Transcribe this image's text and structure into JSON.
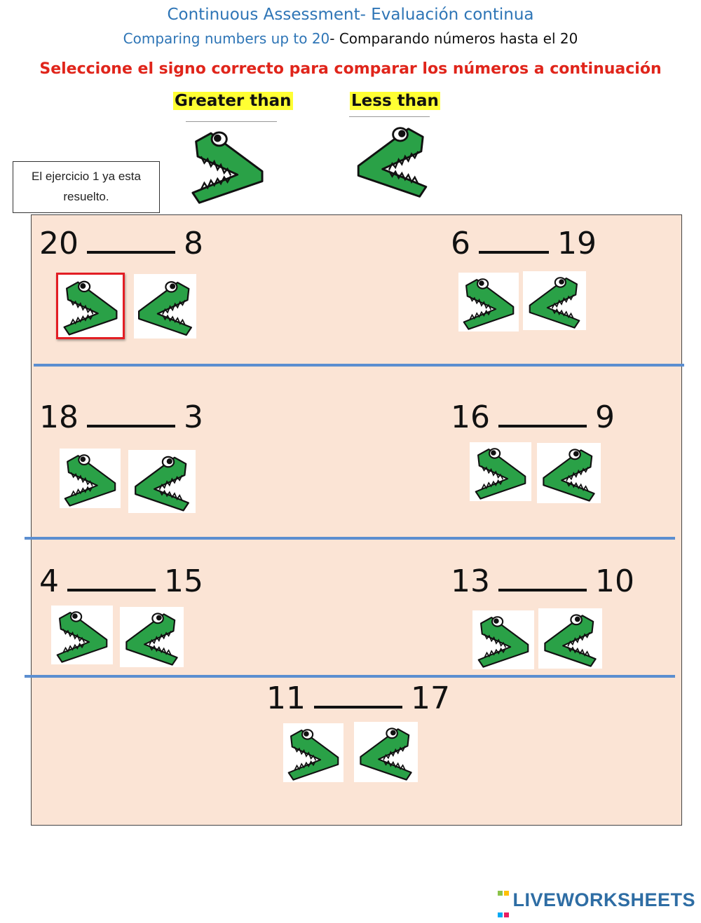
{
  "header": {
    "title": "Continuous Assessment- Evaluación continua",
    "subtitle_blue": "Comparing numbers up to 20",
    "subtitle_black": "- Comparando números hasta el 20",
    "instruction": "Seleccione el signo correcto para comparar los números a continuación"
  },
  "legend": {
    "greater_label": "Greater than",
    "less_label": "Less than"
  },
  "note": "El ejercicio 1 ya esta resuelto.",
  "problems": [
    {
      "left": "20",
      "right": "8",
      "selected": "greater"
    },
    {
      "left": "6",
      "right": "19",
      "selected": ""
    },
    {
      "left": "18",
      "right": "3",
      "selected": ""
    },
    {
      "left": "16",
      "right": "9",
      "selected": ""
    },
    {
      "left": "4",
      "right": "15",
      "selected": ""
    },
    {
      "left": "13",
      "right": "10",
      "selected": ""
    },
    {
      "left": "11",
      "right": "17",
      "selected": ""
    }
  ],
  "colors": {
    "croc": "#2aa147",
    "selection": "#e31e24",
    "panel": "#fbe4d5",
    "separator": "#5b8ed0"
  },
  "footer": {
    "brand": "LIVEWORKSHEETS"
  }
}
